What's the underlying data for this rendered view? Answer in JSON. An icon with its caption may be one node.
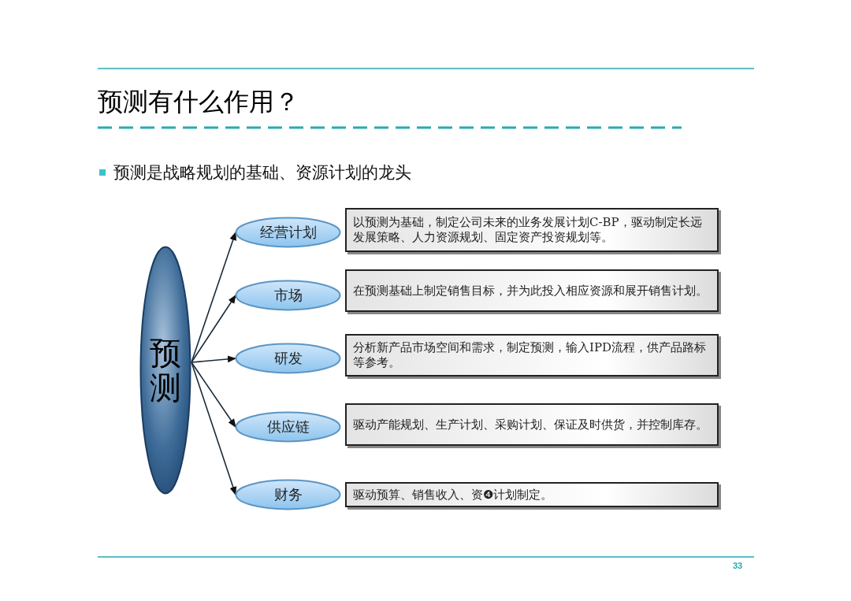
{
  "diagram": {
    "title": "预测有什么作用？",
    "nodes": [
      {
        "text": [
          "预测"
        ]
      },
      {
        "text": [
          "经营计划"
        ]
      },
      {
        "text": [
          "市场"
        ]
      },
      {
        "text": [
          "研发"
        ]
      },
      {
        "text": [
          "供应链"
        ]
      },
      {
        "text": [
          "财务"
        ]
      },
      {
        "text": [
          "以预测为基础，制定公司未来的业务发展计划C-BP，驱动制定长远发展策略、人力资源规划、固定资产投资规划等。"
        ]
      },
      {
        "text": [
          "在预测基础上制定销售目标，并为此投入相应资源和展开销售计划。"
        ]
      },
      {
        "text": [
          "分析新产品市场空间和需求，制定预测，输入IPD流程，供产品路标等参考。"
        ]
      },
      {
        "text": [
          "驱动产能规划、生产计划、采购计划、保证及时供货，并控制库存。"
        ]
      },
      {
        "text": [
          "驱动预算、销售收入、资❹计划制定。"
        ]
      }
    ],
    "edges": [
      {
        "from": 0,
        "to": 1,
        "arrow": "to"
      },
      {
        "from": 0,
        "to": 2,
        "arrow": "to"
      },
      {
        "from": 0,
        "to": 3,
        "arrow": "to"
      },
      {
        "from": 0,
        "to": 4,
        "arrow": "to"
      },
      {
        "from": 0,
        "to": 5,
        "arrow": "to"
      }
    ],
    "labels": [
      "预测是战略规划的基础、资源计划的龙头",
      "33"
    ]
  }
}
